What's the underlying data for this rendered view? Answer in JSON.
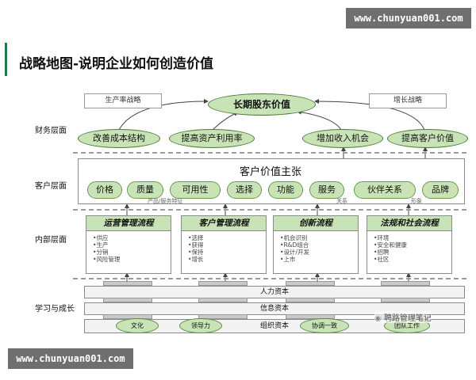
{
  "watermark": {
    "text": "www.chunyuan001.com"
  },
  "page_title": "战略地图-说明企业如何创造价值",
  "row_labels": {
    "finance": "财务层面",
    "customer": "客户层面",
    "internal": "内部层面",
    "learning": "学习与成长"
  },
  "strategy_boxes": {
    "productivity": "生产率战略",
    "growth": "增长战略"
  },
  "goal": "长期股东价值",
  "finance_items": [
    "改善成本结构",
    "提高资产利用率",
    "增加收入机会",
    "提高客户价值"
  ],
  "customer": {
    "heading": "客户价值主张",
    "items": [
      "价格",
      "质量",
      "可用性",
      "选择",
      "功能",
      "服务",
      "伙伴关系",
      "品牌"
    ],
    "sublabels": {
      "product": "产品/服务特征",
      "relation": "关系",
      "image": "形象"
    }
  },
  "processes": [
    {
      "title": "运营管理流程",
      "items": [
        "供应",
        "生产",
        "分销",
        "风险管理"
      ]
    },
    {
      "title": "客户管理流程",
      "items": [
        "选择",
        "获得",
        "保持",
        "增长"
      ]
    },
    {
      "title": "创新流程",
      "items": [
        "机会识别",
        "R&D组合",
        "设计/开发",
        "上市"
      ]
    },
    {
      "title": "法规和社会流程",
      "items": [
        "环境",
        "安全和健康",
        "招聘",
        "社区"
      ]
    }
  ],
  "learning": {
    "bands": [
      "人力资本",
      "信息资本",
      "组织资本"
    ],
    "pills": [
      "文化",
      "领导力",
      "协调一致",
      "团队工作"
    ]
  },
  "wechat_mark": "聘路管理笔记"
}
